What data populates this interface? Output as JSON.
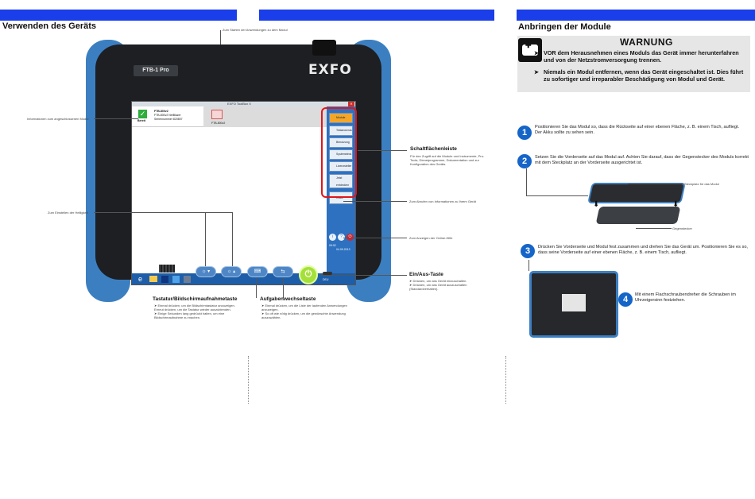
{
  "left_page": {
    "title": "Verwenden des Geräts",
    "device": {
      "model_label": "FTB-1 Pro",
      "brand": "EXFO",
      "window_title": "EXFO ToolBox X",
      "module_name": "FTB-800v2",
      "module_line2": "FTB-800v2 NetBlazer",
      "module_serial": "Seriennummer 820807",
      "module_status": "Bereit",
      "module_tile": "FTB-800v2",
      "side_buttons": [
        "Module",
        "Testanwendungen",
        "Benutzung",
        "Systemeinst.",
        "Lizenzsteller",
        "Jetzt entdecken",
        "Office"
      ],
      "taskbar_time": "09:02",
      "taskbar_date": "04.09.2013",
      "taskbar_lang": "DEU"
    },
    "callouts": {
      "start_apps": "Zum Starten der Anwendungen zu dem Modul",
      "module_info": "Informationen zum angeschlossenen Modul",
      "brightness": "Zum Einstellen der Helligkeit",
      "buttonbar_title": "Schaltflächenleiste",
      "buttonbar_desc": "Für den Zugriff auf die Module und Instrumente, Pro-Tools, Dienstprogramme, Dokumentation und zur Konfiguration des Geräts.",
      "device_info": "Zum Abrufen von Informationen zu Ihrem Gerät",
      "online_help": "Zum Anzeigen der Online-Hilfe",
      "power_title": "Ein/Aus-Taste",
      "power_1": "Drücken, um das Gerät einzuschalten.",
      "power_2": "Drücken, um das Gerät auszuschalten (Standardverhalten).",
      "keyboard_title": "Tastatur/Bildschirmaufnahmetaste",
      "keyboard_1": "Einmal drücken, um die Bildschirmtastatur anzuzeigen. Erneut drücken, um die Tastatur wieder auszublenden.",
      "keyboard_2": "Einige Sekunden lang gedrückt halten, um eine Bildschirmaufnahme zu machen.",
      "task_title": "Aufgabenwechseltaste",
      "task_1": "Einmal drücken, um die Liste der laufenden Anwendungen anzuzeigen.",
      "task_2": "So oft wie nötig drücken, um die gewünschte Anwendung auszuwählen."
    }
  },
  "right_page": {
    "title": "Anbringen der Module",
    "warning_title": "WARNUNG",
    "warnings": [
      "VOR dem Herausnehmen eines Moduls das Gerät immer herunterfahren und von der Netzstromversorgung trennen.",
      "Niemals ein Modul entfernen, wenn das Gerät eingeschaltet ist. Dies führt zu sofortiger und irreparabler Beschädigung von Modul und Gerät."
    ],
    "steps": [
      {
        "num": "1",
        "text": "Positionieren Sie das Modul so, dass die Rückseite auf einer ebenen Fläche, z. B. einem Tisch, aufliegt.",
        "text2": "Der Akku sollte zu sehen sein."
      },
      {
        "num": "2",
        "text": "Setzen Sie die Vorderseite auf das Modul auf. Achten Sie darauf, dass der Gegenstecker des Moduls korrekt mit dem Steckplatz an der Vorderseite ausgerichtet ist."
      },
      {
        "num": "3",
        "text": "Drücken Sie Vorderseite und Modul fest zusammen und drehen Sie das Gerät um. Positionieren Sie es so, dass seine Vorderseite auf einer ebenen Fläche, z. B. einem Tisch, aufliegt."
      },
      {
        "num": "4",
        "text": "Mit einem Flachschraubendreher die Schrauben im Uhrzeigersinn festziehen."
      }
    ],
    "annotations": {
      "slot": "Steckplatz für das Modul",
      "connector": "Gegenstecker"
    }
  }
}
